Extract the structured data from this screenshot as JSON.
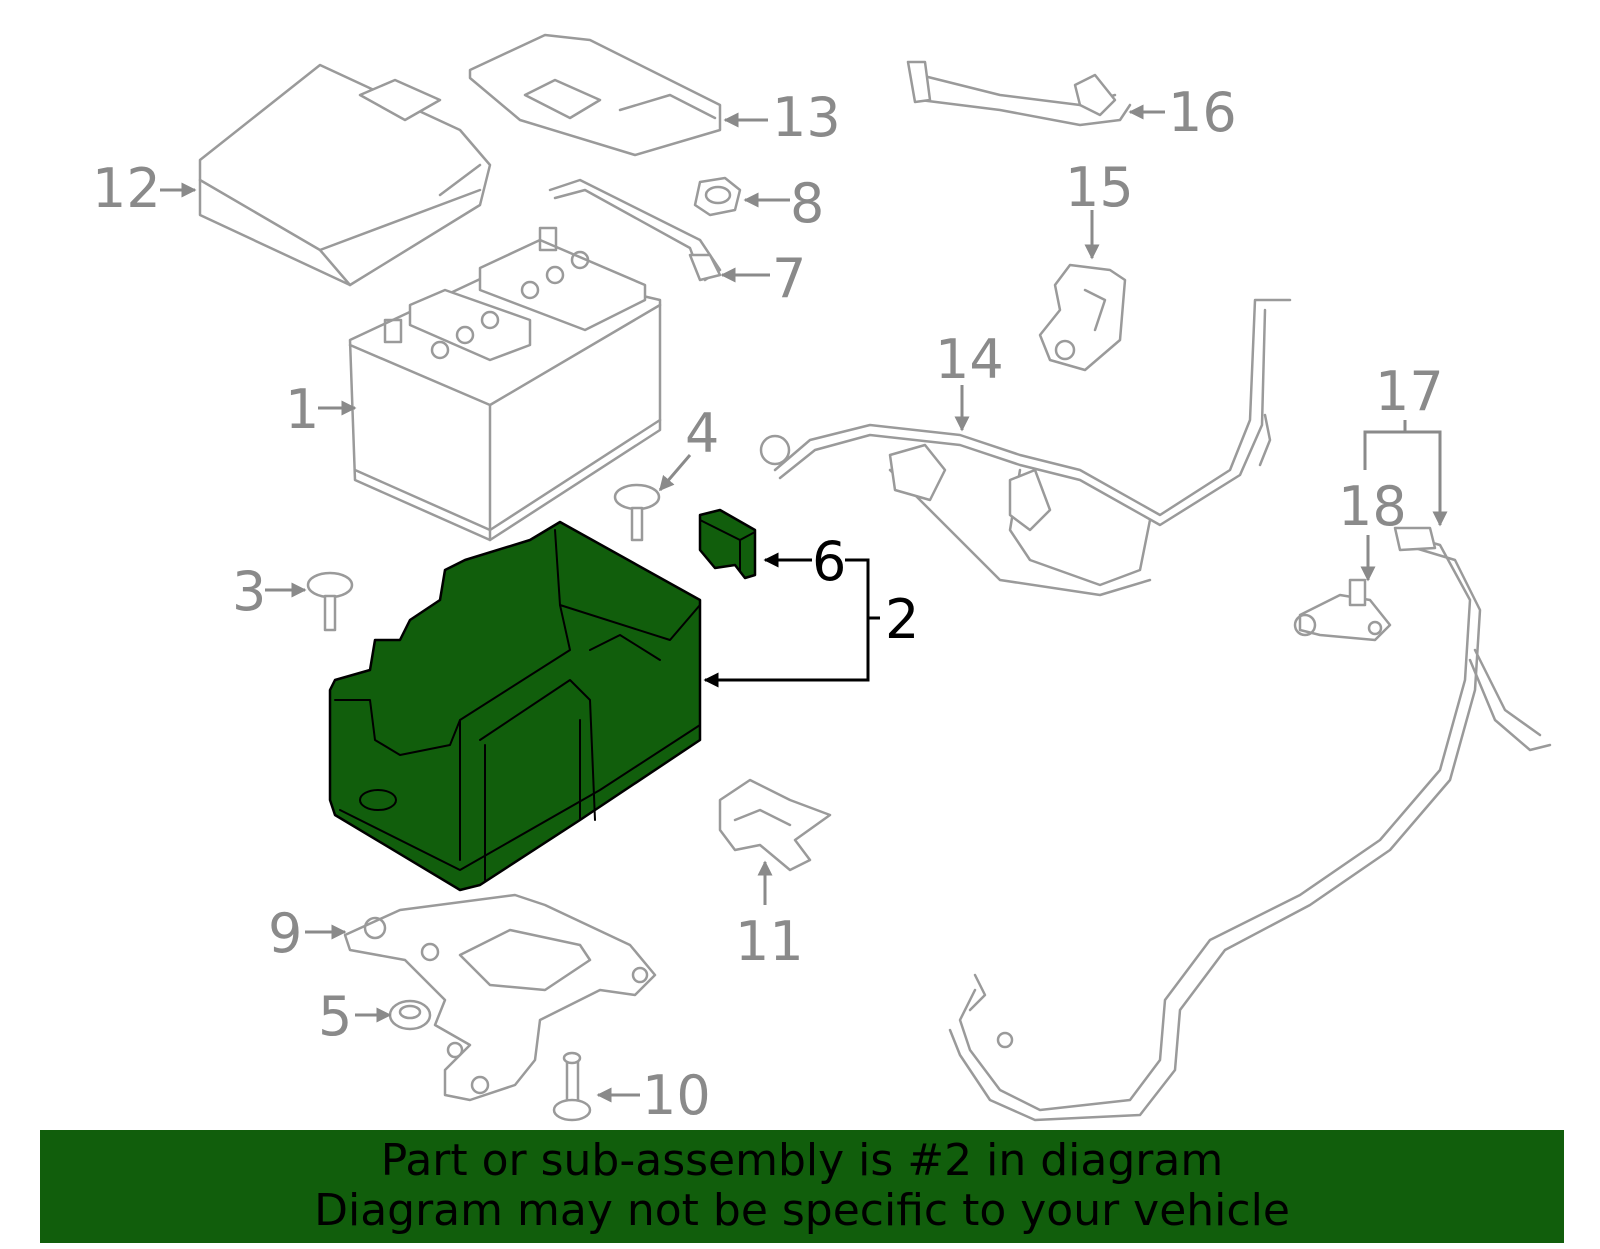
{
  "diagram": {
    "highlighted_part": "2",
    "colors": {
      "highlight_fill": "#115e0c",
      "highlight_stroke": "#000000",
      "part_stroke": "#9a9a9a",
      "callout_text": "#8a8a8a"
    },
    "callouts": {
      "c1": "1",
      "c2": "2",
      "c3": "3",
      "c4": "4",
      "c5": "5",
      "c6": "6",
      "c7": "7",
      "c8": "8",
      "c9": "9",
      "c10": "10",
      "c11": "11",
      "c12": "12",
      "c13": "13",
      "c14": "14",
      "c15": "15",
      "c16": "16",
      "c17": "17",
      "c18": "18"
    }
  },
  "banner": {
    "line1": "Part or sub-assembly is #2 in diagram",
    "line2": "Diagram may not be specific to your vehicle"
  }
}
